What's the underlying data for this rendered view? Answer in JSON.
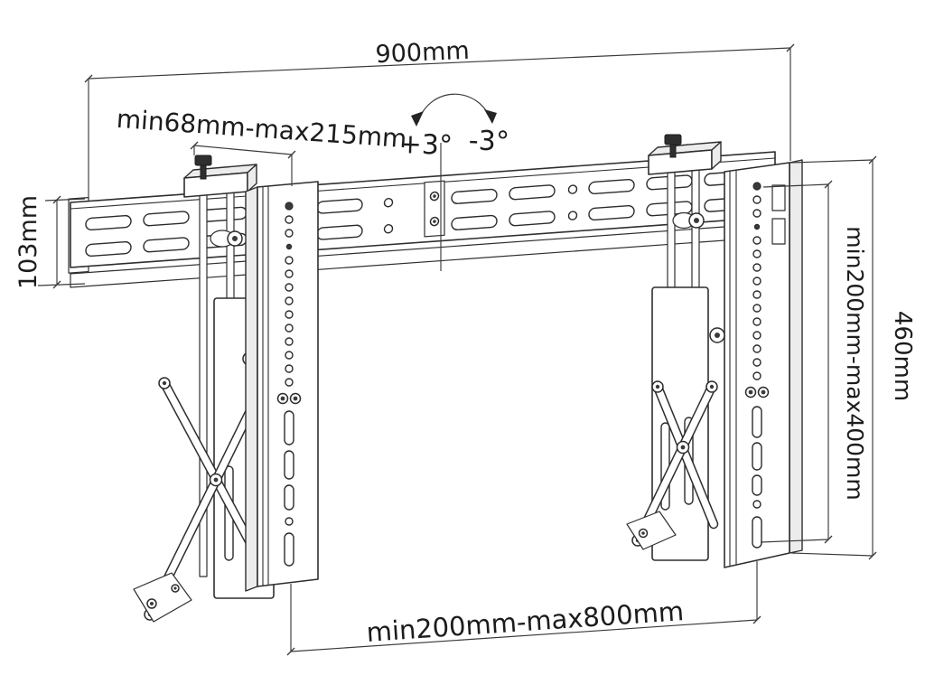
{
  "labels": {
    "width": "900mm",
    "depth_range": "min68mm-max215mm",
    "tilt_plus": "+3°",
    "tilt_minus": "-3°",
    "rail_height": "103mm",
    "vesa_vertical_range": "min200mm-max400mm",
    "bracket_height": "460mm",
    "vesa_horizontal_range": "min200mm-max800mm"
  }
}
